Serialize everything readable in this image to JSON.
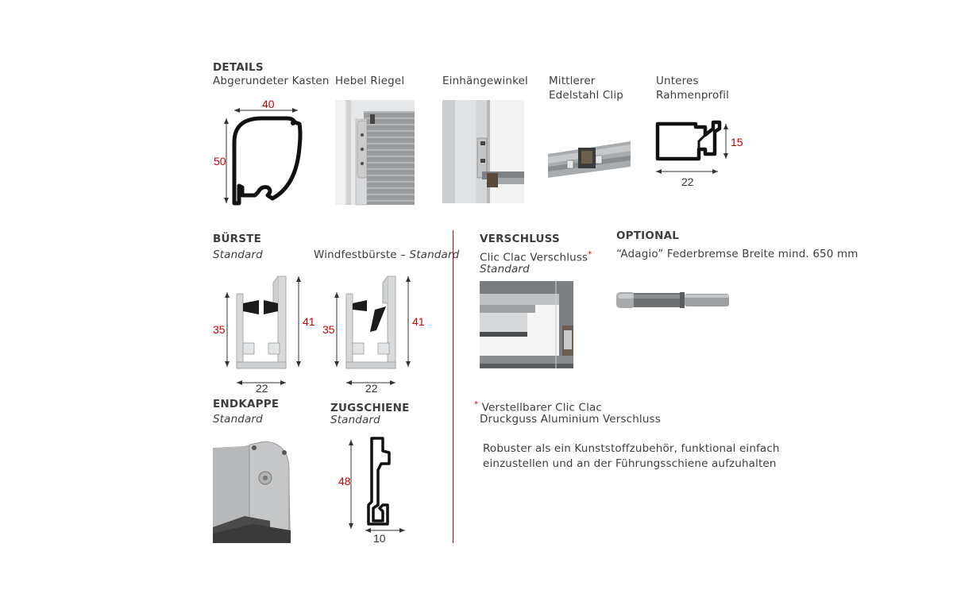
{
  "details": {
    "heading": "DETAILS",
    "kasten_label": "Abgerundeter Kasten",
    "kasten_width": "40",
    "kasten_height": "50",
    "riegel_label": "Hebel Riegel",
    "winkel_label": "Einhängewinkel",
    "clip_label_1": "Mittlerer",
    "clip_label_2": "Edelstahl Clip",
    "profil_label_1": "Unteres",
    "profil_label_2": "Rahmenprofil",
    "profil_height": "15",
    "profil_width": "22"
  },
  "buerste": {
    "heading": "BÜRSTE",
    "standard_label": "Standard",
    "wind_label": "Windfestbürste – ",
    "wind_standard": "Standard",
    "inner_height": "35",
    "outer_height": "41",
    "width": "22"
  },
  "endkappe": {
    "heading": "ENDKAPPE",
    "sub": "Standard"
  },
  "zugschiene": {
    "heading": "ZUGSCHIENE",
    "sub": "Standard",
    "height": "48",
    "width": "10"
  },
  "verschluss": {
    "heading": "VERSCHLUSS",
    "label": "Clic Clac Verschluss",
    "star": "*",
    "sub": "Standard",
    "note_star": "*",
    "note_1": "Verstellbarer Clic Clac",
    "note_2": "Druckguss Aluminium Verschluss",
    "desc_1": "Robuster als ein Kunststoffzubehör, funktional einfach",
    "desc_2": "einzustellen und an der Führungsschiene aufzuhalten"
  },
  "optional": {
    "heading": "OPTIONAL",
    "label": "“Adagio” Federbremse Breite mind. 650 mm"
  },
  "colors": {
    "accent": "#cc0000",
    "text": "#3d3d3d"
  }
}
